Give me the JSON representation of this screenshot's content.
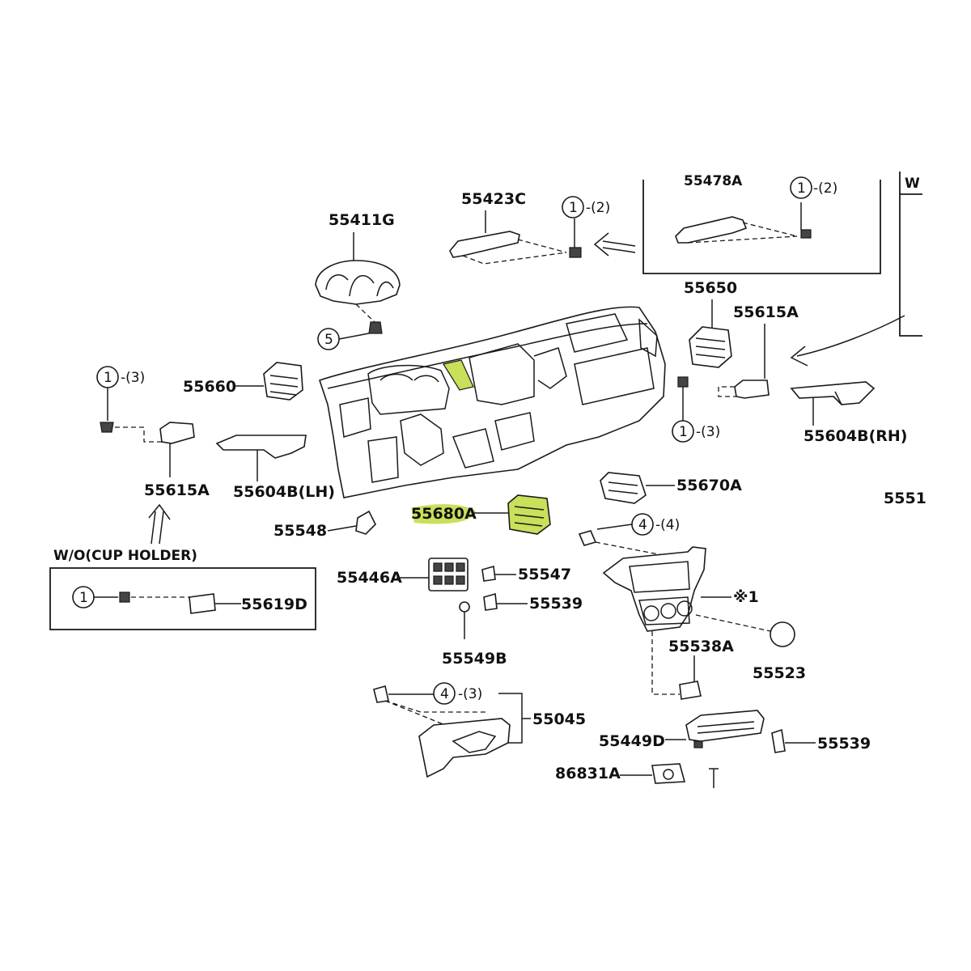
{
  "labels": {
    "p55411G": "55411G",
    "p55423C": "55423C",
    "p55478A_partial": "55478A",
    "p55650": "55650",
    "p55615A_r": "55615A",
    "p55660": "55660",
    "p55615A_l": "55615A",
    "p55604B_lh": "55604B(LH)",
    "p55604B_rh": "55604B(RH)",
    "p55670A": "55670A",
    "p55680A": "55680A",
    "p55548": "55548",
    "p55551_partial": "5551",
    "wo_cup_holder": "W/O(CUP HOLDER)",
    "p55619D": "55619D",
    "p55446A": "55446A",
    "p55547": "55547",
    "p55539_a": "55539",
    "p55549B": "55549B",
    "x1": "※1",
    "p55538A": "55538A",
    "p55523": "55523",
    "p55045": "55045",
    "p55449D": "55449D",
    "p55539_b": "55539",
    "p86831A": "86831A"
  },
  "callouts": {
    "c1": "1",
    "c4": "4",
    "c5": "5",
    "q2": "-(2)",
    "q3": "-(3)",
    "q4": "-(4)"
  },
  "colors": {
    "highlight": "#c8e05a",
    "line": "#1a1a1a"
  }
}
